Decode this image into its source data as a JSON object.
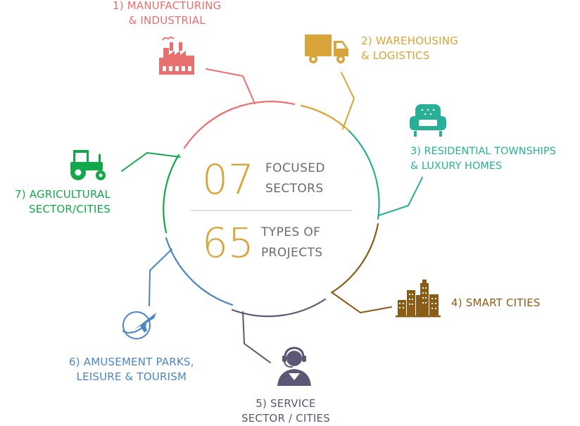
{
  "center": {
    "top": {
      "number": "07",
      "lines": [
        "FOCUSED",
        "SECTORS"
      ]
    },
    "bottom": {
      "number": "65",
      "lines": [
        "TYPES OF",
        "PROJECTS"
      ]
    }
  },
  "colors": {
    "number": "#d9a43a",
    "text": "#6b6b6b",
    "divider": "#cfcfcf"
  },
  "sectors": [
    {
      "id": "manufacturing",
      "icon": "factory-icon",
      "color": "#e8706e",
      "lines": [
        "1) MANUFACTURING",
        "& INDUSTRIAL"
      ]
    },
    {
      "id": "warehousing",
      "icon": "truck-icon",
      "color": "#d9a43a",
      "lines": [
        "2) WAREHOUSING",
        "& LOGISTICS"
      ]
    },
    {
      "id": "residential",
      "icon": "armchair-icon",
      "color": "#27b096",
      "lines": [
        "3) RESIDENTIAL TOWNSHIPS",
        "& LUXURY HOMES"
      ]
    },
    {
      "id": "smart-cities",
      "icon": "city-buildings-icon",
      "color": "#8a5c16",
      "lines": [
        "4) SMART CITIES"
      ]
    },
    {
      "id": "service",
      "icon": "headset-person-icon",
      "color": "#5b5774",
      "lines": [
        "5) SERVICE",
        "SECTOR / CITIES"
      ]
    },
    {
      "id": "amusement",
      "icon": "airplane-globe-icon",
      "color": "#4a86c5",
      "lines": [
        "6) AMUSEMENT PARKS,",
        "LEISURE & TOURISM"
      ]
    },
    {
      "id": "agricultural",
      "icon": "tractor-icon",
      "color": "#12a84a",
      "lines": [
        "7) AGRICULTURAL",
        "SECTOR/CITIES"
      ]
    }
  ]
}
